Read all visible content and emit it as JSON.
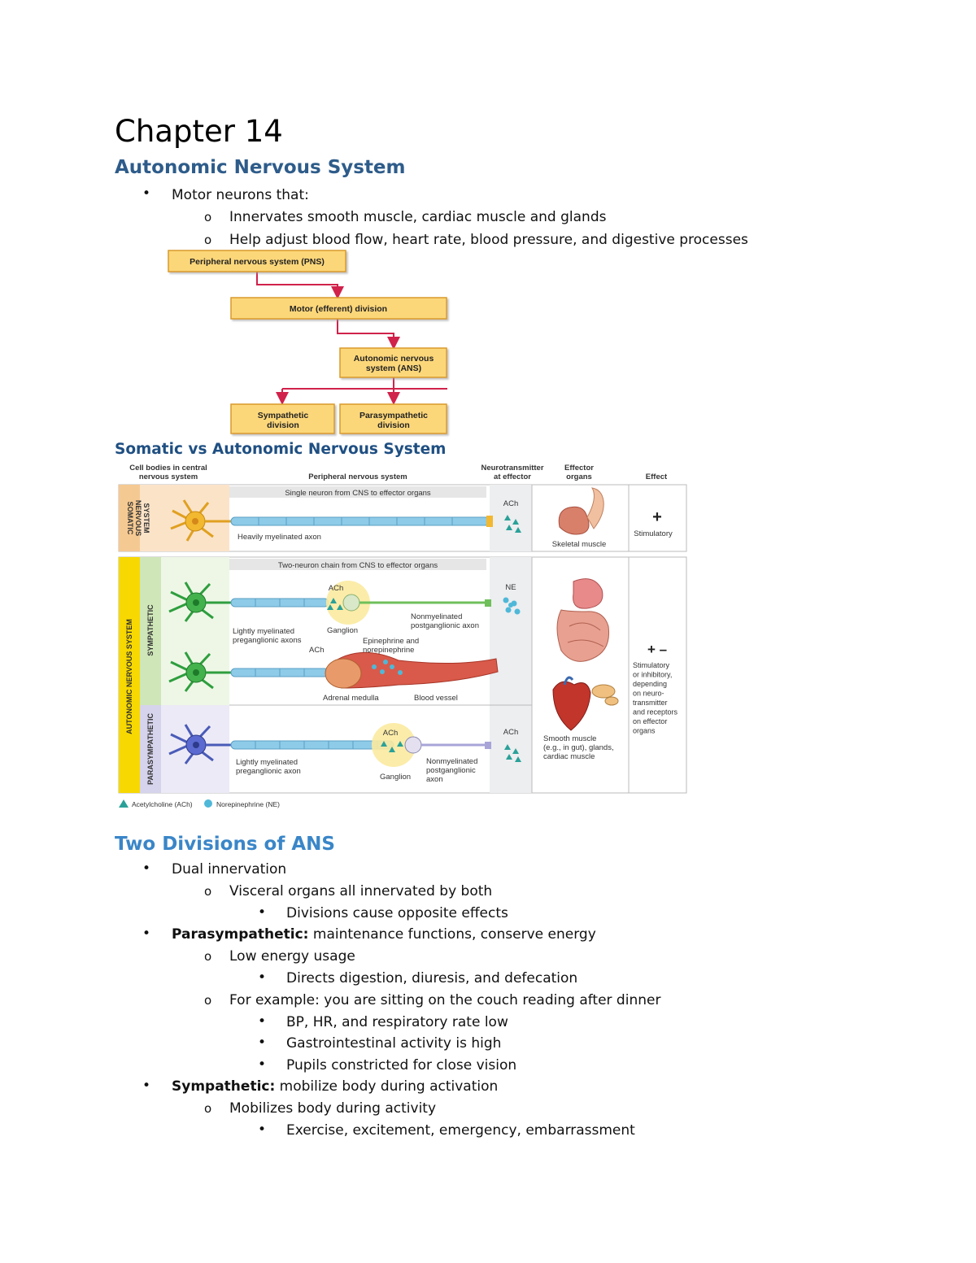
{
  "chapter_title": "Chapter 14",
  "section1": {
    "heading": "Autonomic Nervous System",
    "bullets": [
      {
        "text": "Motor neurons that:"
      },
      {
        "text": "Innervates smooth muscle, cardiac muscle and glands"
      },
      {
        "text": "Help adjust blood flow, heart rate, blood pressure, and digestive processes"
      }
    ]
  },
  "flowchart": {
    "pns": "Peripheral nervous system (PNS)",
    "motor": "Motor (efferent) division",
    "ans_line1": "Autonomic nervous",
    "ans_line2": "system (ANS)",
    "symp_line1": "Sympathetic",
    "symp_line2": "division",
    "para_line1": "Parasympathetic",
    "para_line2": "division",
    "box_color": "#fcd77a",
    "arrow_color": "#d0224b"
  },
  "section2": {
    "heading": "Somatic vs Autonomic Nervous System"
  },
  "comparison_figure": {
    "col_cell_bodies_1": "Cell bodies in central",
    "col_cell_bodies_2": "nervous system",
    "col_peripheral": "Peripheral nervous system",
    "col_nt_1": "Neurotransmitter",
    "col_nt_2": "at effector",
    "col_effector_1": "Effector",
    "col_effector_2": "organs",
    "col_effect": "Effect",
    "somatic_label_1": "SOMATIC",
    "somatic_label_2": "NERVOUS",
    "somatic_label_3": "SYSTEM",
    "somatic_banner": "Single neuron from CNS to effector organs",
    "somatic_axon": "Heavily myelinated axon",
    "somatic_nt": "ACh",
    "somatic_effector": "Skeletal muscle",
    "somatic_sign": "+",
    "somatic_effect": "Stimulatory",
    "ans_label": "AUTONOMIC NERVOUS SYSTEM",
    "symp_label": "SYMPATHETIC",
    "para_label": "PARASYMPATHETIC",
    "ans_banner": "Two-neuron chain from CNS to effector organs",
    "symp_ach": "ACh",
    "symp_nonmyel_1": "Nonmyelinated",
    "symp_nonmyel_2": "postganglionic axon",
    "symp_light_1": "Lightly myelinated",
    "symp_light_2": "preganglionic axons",
    "symp_ganglion": "Ganglion",
    "symp_epi_1": "Epinephrine and",
    "symp_epi_2": "norepinephrine",
    "symp_ach2": "ACh",
    "adrenal": "Adrenal medulla",
    "blood_vessel": "Blood vessel",
    "symp_nt": "NE",
    "ans_sign": "+ –",
    "ans_effect_lines": [
      "Stimulatory",
      "or inhibitory,",
      "depending",
      "on neuro-",
      "transmitter",
      "and receptors",
      "on effector",
      "organs"
    ],
    "para_ach": "ACh",
    "para_light_1": "Lightly myelinated",
    "para_light_2": "preganglionic axon",
    "para_ganglion": "Ganglion",
    "para_nonmyel_1": "Nonmyelinated",
    "para_nonmyel_2": "postganglionic",
    "para_nonmyel_3": "axon",
    "para_nt": "ACh",
    "ans_effector_1": "Smooth muscle",
    "ans_effector_2": "(e.g., in gut), glands,",
    "ans_effector_3": "cardiac muscle",
    "legend_ach": "Acetylcholine (ACh)",
    "legend_ne": "Norepinephrine (NE)"
  },
  "section3": {
    "heading": "Two Divisions of ANS",
    "items": {
      "dual": "Dual innervation",
      "visceral": "Visceral organs all innervated by both",
      "opposite": "Divisions cause opposite effects",
      "para_bold": "Parasympathetic:",
      "para_rest": " maintenance functions, conserve energy",
      "low_energy": "Low energy usage",
      "directs": "Directs digestion, diuresis, and defecation",
      "example": "For example: you are sitting on the couch reading after dinner",
      "bp": "BP, HR, and respiratory rate low",
      "gi": "Gastrointestinal activity is high",
      "pupils": "Pupils constricted for close vision",
      "symp_bold": "Sympathetic:",
      "symp_rest": " mobilize body during activation",
      "mobilizes": "Mobilizes body during activity",
      "exercise": "Exercise, excitement, emergency, embarrassment"
    }
  }
}
